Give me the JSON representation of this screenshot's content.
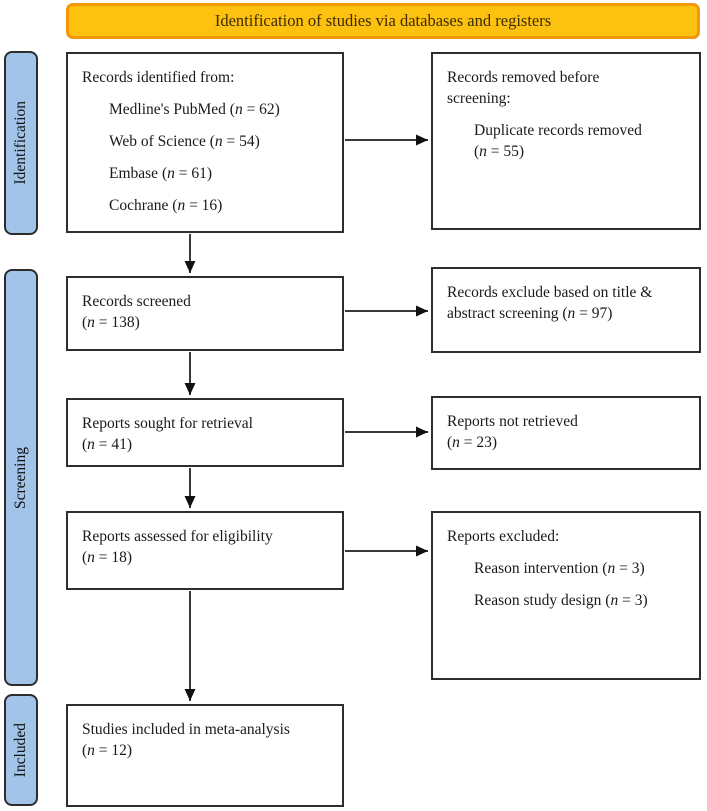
{
  "header": {
    "label": "Identification of studies via databases and registers"
  },
  "stages": [
    {
      "label": "Identification"
    },
    {
      "label": "Screening"
    },
    {
      "label": "Included"
    }
  ],
  "boxes": {
    "left": [
      {
        "name": "records-identified",
        "lines": [
          {
            "text": "Records identified from:",
            "indent": false
          },
          {
            "text": "Medline's PubMed (n = 62)",
            "indent": true
          },
          {
            "text": "Web of Science (n = 54)",
            "indent": true
          },
          {
            "text": "Embase (n = 61)",
            "indent": true
          },
          {
            "text": "Cochrane (n = 16)",
            "indent": true
          }
        ]
      },
      {
        "name": "records-screened",
        "lines": [
          {
            "text": "Records screened",
            "indent": false
          },
          {
            "text": "(n = 138)",
            "indent": false
          }
        ]
      },
      {
        "name": "reports-sought",
        "lines": [
          {
            "text": "Reports sought for retrieval",
            "indent": false
          },
          {
            "text": "(n = 41)",
            "indent": false
          }
        ]
      },
      {
        "name": "reports-assessed",
        "lines": [
          {
            "text": "Reports assessed for eligibility",
            "indent": false
          },
          {
            "text": "(n = 18)",
            "indent": false
          }
        ]
      },
      {
        "name": "studies-included",
        "lines": [
          {
            "text": "Studies included in meta-analysis",
            "indent": false
          },
          {
            "text": "(n = 12)",
            "indent": false
          }
        ]
      }
    ],
    "right": [
      {
        "name": "records-removed",
        "lines": [
          {
            "text": "Records removed before screening:",
            "indent": false
          },
          {
            "text": "Duplicate records removed (n = 55)",
            "indent": true
          }
        ]
      },
      {
        "name": "records-excluded-title-abstract",
        "lines": [
          {
            "text": "Records exclude based on title & abstract screening (n = 97)",
            "indent": false
          }
        ]
      },
      {
        "name": "reports-not-retrieved",
        "lines": [
          {
            "text": "Reports not retrieved",
            "indent": false
          },
          {
            "text": "(n = 23)",
            "indent": false
          }
        ]
      },
      {
        "name": "reports-excluded",
        "lines": [
          {
            "text": "Reports excluded:",
            "indent": false
          },
          {
            "text": "Reason intervention (n = 3)",
            "indent": true
          },
          {
            "text": "Reason study design (n = 3)",
            "indent": true
          }
        ]
      }
    ]
  },
  "colors": {
    "banner_fill": "#FDC20F",
    "banner_border": "#F2970A",
    "stage_fill": "#A1C4E8",
    "box_border": "#2e2e2e",
    "arrow": "#3a3a3a"
  }
}
